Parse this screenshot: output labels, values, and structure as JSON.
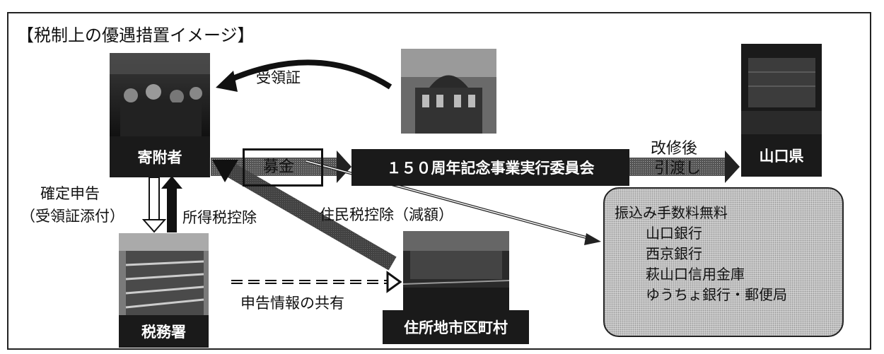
{
  "title": "【税制上の優遇措置イメージ】",
  "nodes": {
    "donor": "寄附者",
    "committee": "１５０周年記念事業実行委員会",
    "prefecture": "山口県",
    "tax_office": "税務署",
    "municipality": "住所地市区町村"
  },
  "labels": {
    "receipt": "受領証",
    "donation": "募金",
    "transfer_line1": "改修後",
    "transfer_line2": "引渡し",
    "filing_line1": "確定申告",
    "filing_line2": "（受領証添付）",
    "income_tax_deduction": "所得税控除",
    "resident_tax_deduction": "住民税控除（減額）",
    "info_sharing": "申告情報の共有"
  },
  "fee_free": {
    "heading": "振込み手数料無料",
    "banks": [
      "山口銀行",
      "西京銀行",
      "萩山口信用金庫",
      "ゆうちょ銀行・郵便局"
    ]
  },
  "colors": {
    "dark": "#1a1a1a",
    "arrow_fill": "#4a4a4a",
    "box_bg": "#d8d8d8"
  }
}
